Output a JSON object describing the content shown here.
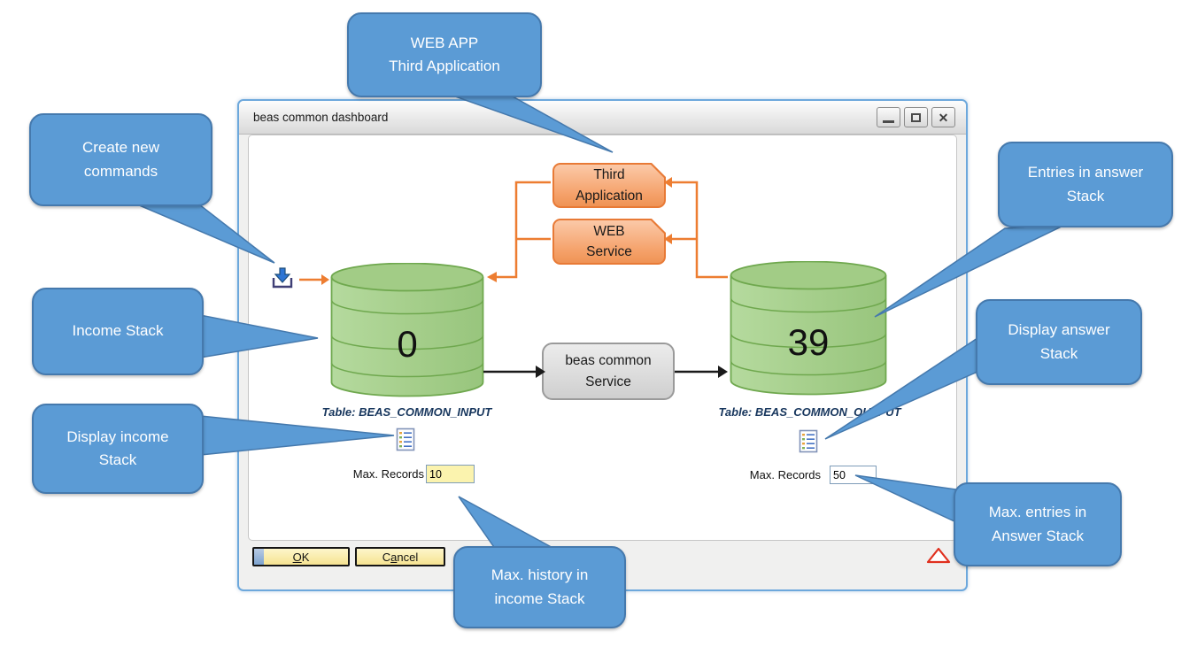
{
  "colors": {
    "callout_fill": "#5b9bd5",
    "callout_border": "#4579ad",
    "orange_accent": "#ed7d31",
    "orange_node_fill": "#f5a26b",
    "green_stack_fill": "#a6cf8c",
    "green_stack_border": "#6fa84e",
    "service_node_fill": "#d6d6d6",
    "field_yellow": "#fbf3ae",
    "button_yellow": "#f6e391",
    "warning_red": "#e0301e",
    "dialog_border_blue": "#6da8dc"
  },
  "window": {
    "title": "beas common dashboard",
    "controls": {
      "minimize": "minimize-icon",
      "maximize": "maximize-icon",
      "close": "close-icon"
    },
    "footer_buttons": {
      "ok": {
        "pre": "",
        "key": "O",
        "post": "K"
      },
      "cancel": {
        "pre": "C",
        "key": "a",
        "post": "ncel"
      }
    }
  },
  "diagram": {
    "nodes": {
      "third_application": {
        "line1": "Third",
        "line2": "Application"
      },
      "web_service": {
        "line1": "WEB",
        "line2": "Service"
      },
      "beas_common_service": {
        "line1": "beas common",
        "line2": "Service"
      }
    },
    "stacks": {
      "income": {
        "count": "0",
        "table_label": "Table: BEAS_COMMON_INPUT",
        "max_records_label": "Max. Records",
        "max_records_value": "10"
      },
      "answer": {
        "count": "39",
        "table_label": "Table: BEAS_COMMON_OUTPUT",
        "max_records_label": "Max. Records",
        "max_records_value": "50"
      }
    },
    "icons": {
      "create_commands": "import-tray-arrow-icon",
      "display_income_stack": "document-list-icon",
      "display_answer_stack": "document-list-icon",
      "warning": "red-triangle-outline-icon"
    }
  },
  "callouts": {
    "web_app": {
      "line1": "WEB APP",
      "line2": "Third Application"
    },
    "create_new_commands": {
      "line1": "Create new",
      "line2": "commands"
    },
    "income_stack": {
      "line1": "Income Stack"
    },
    "display_income_stack": {
      "line1": "Display income",
      "line2": "Stack"
    },
    "entries_in_answer_stack": {
      "line1": "Entries in answer",
      "line2": "Stack"
    },
    "display_answer_stack": {
      "line1": "Display answer",
      "line2": "Stack"
    },
    "max_entries_in_answer_stack": {
      "line1": "Max. entries in",
      "line2": "Answer Stack"
    },
    "max_history_in_income_stack": {
      "line1": "Max. history in",
      "line2": "income Stack"
    }
  }
}
